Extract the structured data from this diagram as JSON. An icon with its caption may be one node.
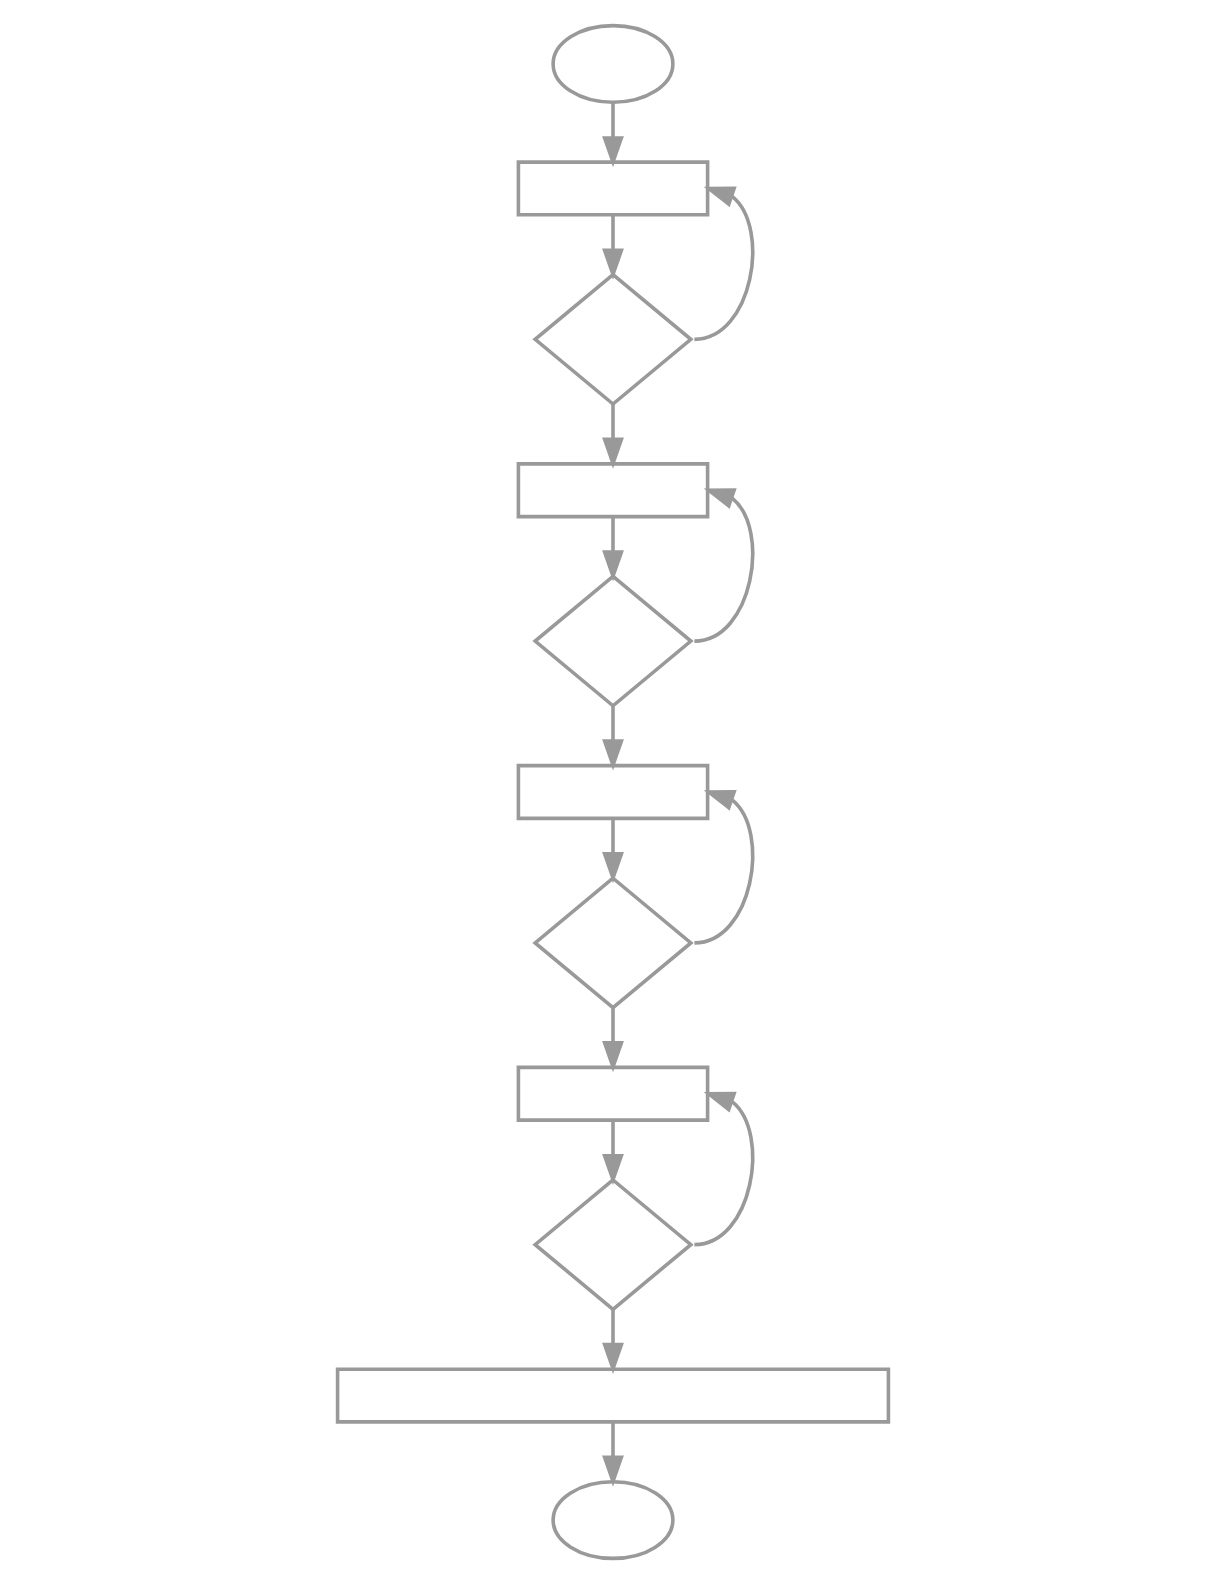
{
  "diagram": {
    "nodes": [
      {
        "text": [],
        "shape": "circle"
      },
      {
        "text": [],
        "shape": "box"
      },
      {
        "text": [],
        "shape": "diamond"
      },
      {
        "text": [],
        "shape": "box"
      },
      {
        "text": [],
        "shape": "diamond"
      },
      {
        "text": [],
        "shape": "box"
      },
      {
        "text": [],
        "shape": "diamond"
      },
      {
        "text": [],
        "shape": "box"
      },
      {
        "text": [],
        "shape": "diamond"
      },
      {
        "text": [],
        "shape": "box"
      },
      {
        "text": [],
        "shape": "circle"
      }
    ],
    "edges": [
      {
        "from": 0,
        "to": 1,
        "arrow": "to"
      },
      {
        "from": 1,
        "to": 2,
        "arrow": "to"
      },
      {
        "from": 2,
        "to": 1,
        "arrow": "to"
      },
      {
        "from": 2,
        "to": 3,
        "arrow": "to"
      },
      {
        "from": 3,
        "to": 4,
        "arrow": "to"
      },
      {
        "from": 4,
        "to": 3,
        "arrow": "to"
      },
      {
        "from": 4,
        "to": 5,
        "arrow": "to"
      },
      {
        "from": 5,
        "to": 6,
        "arrow": "to"
      },
      {
        "from": 6,
        "to": 5,
        "arrow": "to"
      },
      {
        "from": 6,
        "to": 7,
        "arrow": "to"
      },
      {
        "from": 7,
        "to": 8,
        "arrow": "to"
      },
      {
        "from": 8,
        "to": 7,
        "arrow": "to"
      },
      {
        "from": 8,
        "to": 9,
        "arrow": "to"
      },
      {
        "from": 9,
        "to": 10,
        "arrow": "to"
      }
    ]
  }
}
